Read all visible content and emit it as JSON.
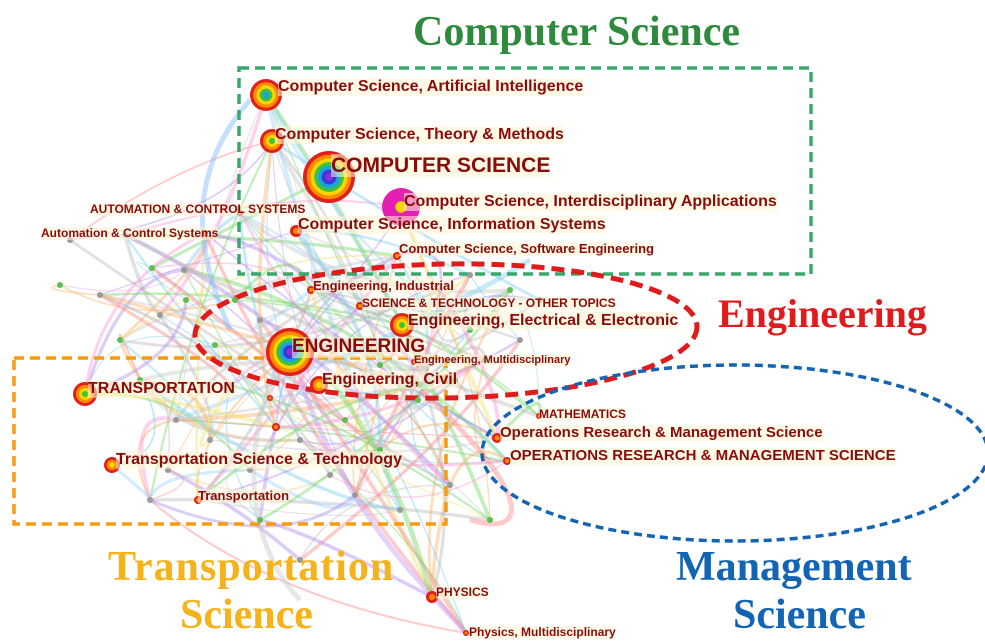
{
  "regions": {
    "computer_science": "Computer Science",
    "engineering": "Engineering",
    "transportation_line1": "Transportation",
    "transportation_line2": "Science",
    "management_line1": "Management",
    "management_line2": "Science"
  },
  "colors": {
    "computer_science": "#2e8b3e",
    "engineering": "#e01b1b",
    "transportation": "#f5b21a",
    "management": "#1464b4",
    "label_text": "#8b0a0a"
  },
  "nodes": {
    "cs_ai": "Computer Science, Artificial Intelligence",
    "cs_theory": "Computer Science, Theory & Methods",
    "cs_main": "COMPUTER SCIENCE",
    "cs_interdisciplinary": "Computer Science, Interdisciplinary Applications",
    "cs_info_systems": "Computer Science, Information Systems",
    "cs_software": "Computer Science, Software Engineering",
    "automation_upper": "AUTOMATION & CONTROL SYSTEMS",
    "automation_mixed": "Automation & Control Systems",
    "eng_industrial": "Engineering, Industrial",
    "sci_tech_other": "SCIENCE & TECHNOLOGY - OTHER TOPICS",
    "eng_electrical": "Engineering, Electrical & Electronic",
    "engineering_main": "ENGINEERING",
    "eng_multidisciplinary": "Engineering, Multidisciplinary",
    "eng_civil": "Engineering, Civil",
    "transportation_upper": "TRANSPORTATION",
    "mathematics": "MATHEMATICS",
    "or_mixed": "Operations Research & Management Science",
    "or_upper": "OPERATIONS RESEARCH & MANAGEMENT SCIENCE",
    "transport_sci_tech": "Transportation Science & Technology",
    "transportation_mixed": "Transportation",
    "physics_upper": "PHYSICS",
    "physics_multi": "Physics, Multidisciplinary"
  }
}
